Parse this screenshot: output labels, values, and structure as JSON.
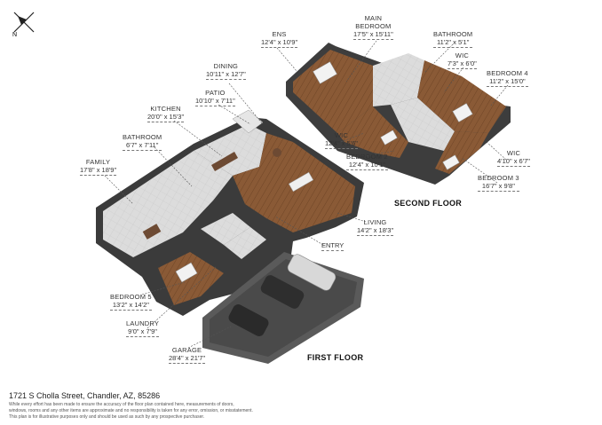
{
  "compass": {
    "letter": "N"
  },
  "floors": {
    "first": "FIRST FLOOR",
    "second": "SECOND FLOOR"
  },
  "rooms": {
    "ens": {
      "name": "ENS",
      "dims": "12'4\" x 10'9\""
    },
    "main_bedroom": {
      "name1": "MAIN",
      "name2": "BEDROOM",
      "dims": "17'5\" x 15'11\""
    },
    "bathroom_up": {
      "name": "BATHROOM",
      "dims": "11'2\" x 5'1\""
    },
    "wic_up1": {
      "name": "WIC",
      "dims": "7'3\" x 6'0\""
    },
    "bedroom4": {
      "name": "BEDROOM 4",
      "dims": "11'2\" x 15'0\""
    },
    "wic_up2": {
      "name": "WIC",
      "dims": "12'4\" x 5'6\""
    },
    "bedroom2": {
      "name": "BEDROOM 2",
      "dims": "12'4\" x 10'1\""
    },
    "wic_up3": {
      "name": "WIC",
      "dims": "4'10\" x 6'7\""
    },
    "bedroom3": {
      "name": "BEDROOM 3",
      "dims": "16'7\" x 9'8\""
    },
    "dining": {
      "name": "DINING",
      "dims": "10'11\" x 12'7\""
    },
    "patio": {
      "name": "PATIO",
      "dims": "10'10\" x 7'11\""
    },
    "kitchen": {
      "name": "KITCHEN",
      "dims": "20'0\" x 15'3\""
    },
    "bathroom_down": {
      "name": "BATHROOM",
      "dims": "6'7\" x 7'11\""
    },
    "family": {
      "name": "FAMILY",
      "dims": "17'8\" x 18'9\""
    },
    "living": {
      "name": "LIVING",
      "dims": "14'2\" x 18'3\""
    },
    "entry": {
      "name": "ENTRY"
    },
    "bedroom5": {
      "name": "BEDROOM 5",
      "dims": "13'2\" x 14'2\""
    },
    "laundry": {
      "name": "LAUNDRY",
      "dims": "9'0\" x 7'9\""
    },
    "garage": {
      "name": "GARAGE",
      "dims": "28'4\" x 21'7\""
    }
  },
  "address": "1721 S Cholla Street, Chandler, AZ, 85286",
  "disclaimer": [
    "While every effort has been made to ensure the accuracy of the floor plan contained here, measurements of doors,",
    "windows, rooms and any other items are approximate and no responsibility is taken for any error, omission, or misstatement.",
    "This plan is for illustrative purposes only and should be used as such by any prospective purchaser."
  ],
  "colors": {
    "wall": "#3a3a3a",
    "wood": "#8a5a36",
    "tile": "#d9d9d9",
    "garage": "#4a4a4a"
  }
}
